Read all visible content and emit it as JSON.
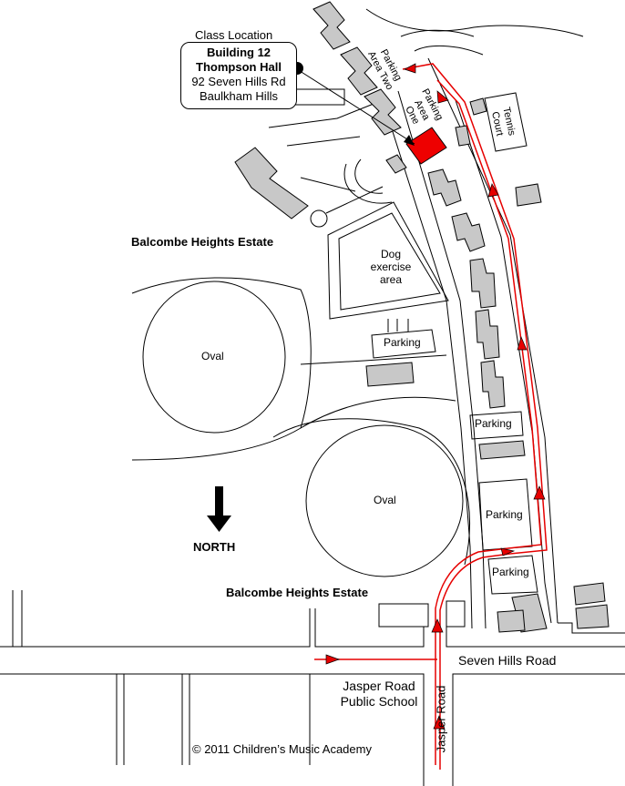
{
  "colors": {
    "route": "#e60000",
    "destination": "#ee0000",
    "building": "#c8c8c8",
    "line": "#000000",
    "background": "#ffffff"
  },
  "icons": {
    "north_arrow": "arrow-down-icon",
    "location_marker": "dot-marker-icon",
    "route_arrow": "triangle-arrow-icon"
  },
  "callout": {
    "heading": "Class Location",
    "building": "Building 12",
    "hall": "Thompson Hall",
    "street": "92 Seven Hills Rd",
    "suburb": "Baulkham Hills"
  },
  "labels": {
    "parking_area_two": "Parking Area Two",
    "parking_area_one": "Parking Area One",
    "tennis_court": "Tennis Court",
    "estate_top": "Balcombe Heights Estate",
    "estate_bottom": "Balcombe Heights Estate",
    "dog_area": "Dog exercise area",
    "oval_left": "Oval",
    "oval_right": "Oval",
    "parking_1": "Parking",
    "parking_2": "Parking",
    "parking_3": "Parking",
    "parking_4": "Parking",
    "north": "NORTH",
    "seven_hills_road": "Seven Hills Road",
    "school": "Jasper Road Public School",
    "jasper_road": "Jasper Road",
    "copyright": "© 2011 Children’s Music Academy"
  }
}
